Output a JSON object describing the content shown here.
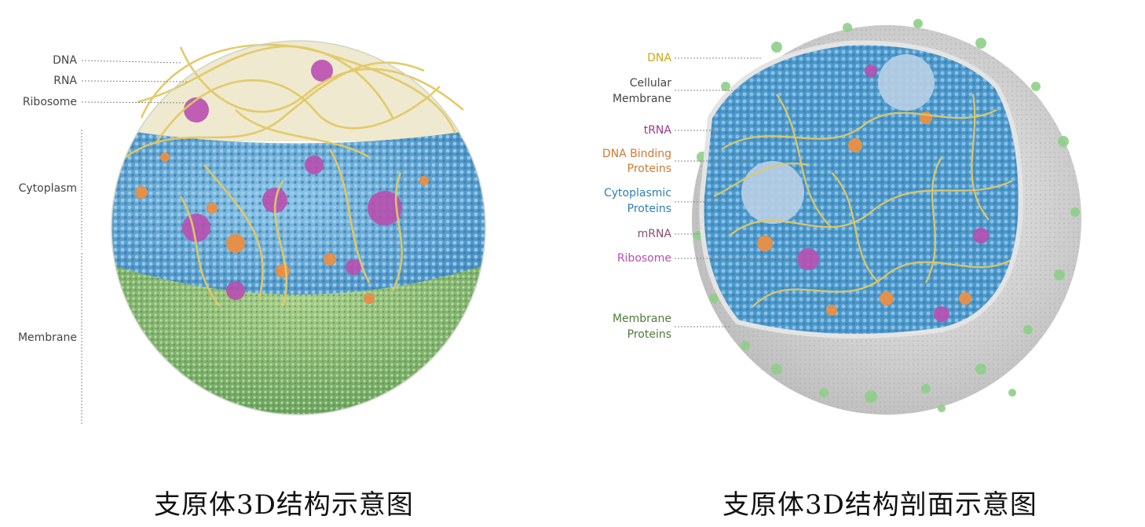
{
  "left": {
    "caption": "支原体3D结构示意图",
    "labels": {
      "dna": "DNA",
      "rna": "RNA",
      "ribosome": "Ribosome",
      "cytoplasm": "Cytoplasm",
      "membrane": "Membrane"
    }
  },
  "right": {
    "caption": "支原体3D结构剖面示意图",
    "labels": {
      "dna": "DNA",
      "cellular_membrane_1": "Cellular",
      "cellular_membrane_2": "Membrane",
      "trna": "tRNA",
      "dna_binding_1": "DNA Binding",
      "dna_binding_2": "Proteins",
      "cyto_proteins_1": "Cytoplasmic",
      "cyto_proteins_2": "Proteins",
      "mrna": "mRNA",
      "ribosome": "Ribosome",
      "membrane_proteins_1": "Membrane",
      "membrane_proteins_2": "Proteins"
    }
  },
  "colors": {
    "dna": "#e6cf6b",
    "cytoplasm": "#5aa6d6",
    "ribosome": "#b94fb0",
    "dna_binding": "#e3904a",
    "membrane": "#8fbe78",
    "membrane_shell": "#d9d9d9",
    "trna": "#9b3a8a",
    "mrna": "#8a4d6d",
    "membrane_proteins": "#4f7a3a",
    "cytoplasmic_proteins": "#2e7fb0"
  }
}
